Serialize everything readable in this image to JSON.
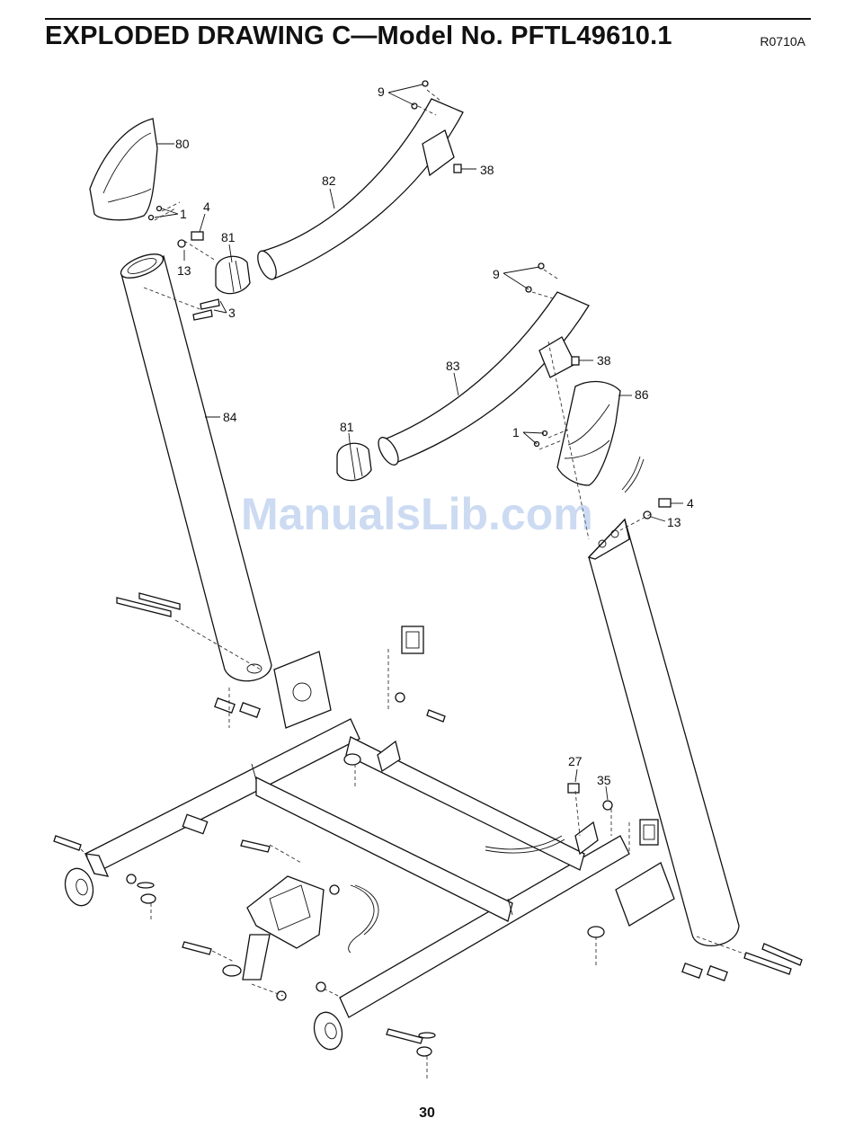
{
  "header": {
    "title": "EXPLODED DRAWING C—Model No. PFTL49610.1",
    "revision": "R0710A"
  },
  "footer": {
    "page_number": "30"
  },
  "watermark": {
    "text": "ManualsLib.com"
  },
  "callouts": {
    "c80": "80",
    "c9a": "9",
    "c38a": "38",
    "c82": "82",
    "c1a": "1",
    "c4a": "4",
    "c81a": "81",
    "c13a": "13",
    "c3": "3",
    "c9b": "9",
    "c83": "83",
    "c38b": "38",
    "c86": "86",
    "c84": "84",
    "c81b": "81",
    "c1b": "1",
    "c4b": "4",
    "c13b": "13",
    "c27": "27",
    "c35": "35"
  }
}
